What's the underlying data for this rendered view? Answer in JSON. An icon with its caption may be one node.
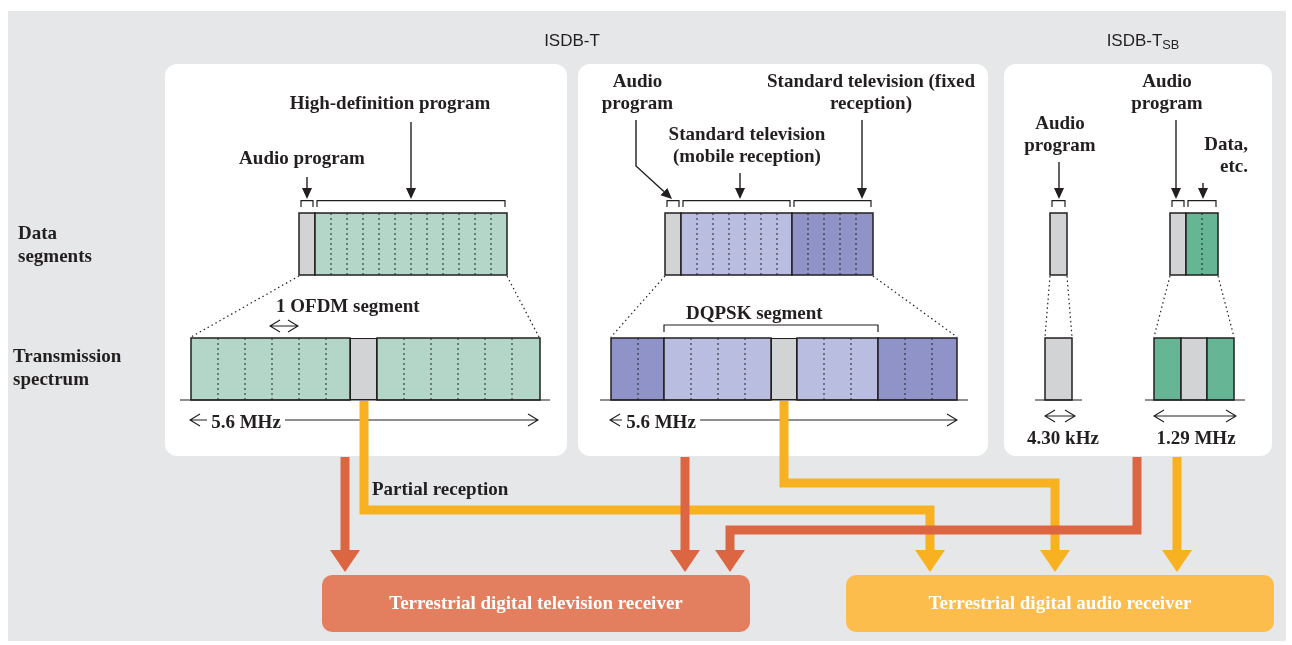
{
  "diagram": {
    "nodes": [
      {
        "text": [],
        "shape": "box"
      },
      {
        "text": [
          "High-definition program"
        ],
        "in": 0
      },
      {
        "text": [
          "Audio program"
        ],
        "in": 0
      },
      {
        "text": [],
        "shape": "bar",
        "in": 0
      },
      {
        "text": [],
        "shape": "bar",
        "in": 0
      },
      {
        "text": [],
        "shape": "bar",
        "in": 0
      },
      {
        "text": [],
        "shape": "box"
      },
      {
        "text": [
          "Audio program"
        ],
        "in": 6
      },
      {
        "text": [
          "Standard television (fixed reception)"
        ],
        "in": 6
      },
      {
        "text": [
          "Standard television (mobile reception)"
        ],
        "in": 6
      },
      {
        "text": [],
        "shape": "bar",
        "in": 6
      },
      {
        "text": [],
        "shape": "bar",
        "in": 6
      },
      {
        "text": [],
        "shape": "bar",
        "in": 6
      },
      {
        "text": [],
        "shape": "bar",
        "in": 6
      },
      {
        "text": [],
        "shape": "box"
      },
      {
        "text": [
          "Audio program"
        ],
        "in": 14
      },
      {
        "text": [
          "Audio program"
        ],
        "in": 14
      },
      {
        "text": [
          "Data, etc."
        ],
        "in": 14
      },
      {
        "text": [],
        "shape": "bar",
        "in": 14
      },
      {
        "text": [],
        "shape": "bar",
        "in": 14
      },
      {
        "text": [],
        "shape": "bar",
        "in": 14
      },
      {
        "text": [
          "Terrestrial digital television receiver"
        ]
      },
      {
        "text": [
          "Terrestrial digital audio receiver"
        ]
      }
    ],
    "edges": [
      {
        "from": 1,
        "to": 4,
        "arrow": "to"
      },
      {
        "from": 2,
        "to": 3,
        "arrow": "to"
      },
      {
        "from": 7,
        "to": 10,
        "arrow": "to"
      },
      {
        "from": 9,
        "to": 11,
        "arrow": "to"
      },
      {
        "from": 8,
        "to": 12,
        "arrow": "to"
      },
      {
        "from": 15,
        "to": 18,
        "arrow": "to"
      },
      {
        "from": 16,
        "to": 19,
        "arrow": "to"
      },
      {
        "from": 17,
        "to": 20,
        "arrow": "to"
      },
      {
        "from": 0,
        "to": 21,
        "arrow": "to",
        "style": "thick",
        "color": "#dd6642"
      },
      {
        "from": 5,
        "to": 22,
        "arrow": "to",
        "label": "Partial reception",
        "style": "thick",
        "color": "#f8b121"
      },
      {
        "from": 6,
        "to": 21,
        "arrow": "to",
        "style": "thick",
        "color": "#dd6642"
      },
      {
        "from": 13,
        "to": 22,
        "arrow": "to",
        "style": "thick",
        "color": "#f8b121"
      },
      {
        "from": 14,
        "to": 21,
        "arrow": "to",
        "style": "thick",
        "color": "#dd6642"
      },
      {
        "from": 14,
        "to": 22,
        "arrow": "to",
        "style": "thick",
        "color": "#f8b121"
      }
    ],
    "labels": [
      "ISDB-T",
      "ISDB-T$_{SB}$",
      "Data segments",
      "Transmission spectrum",
      "1 OFDM segment",
      "5.6 MHz",
      "DQPSK segment",
      "5.6 MHz",
      "4.30 kHz",
      "1.29 MHz"
    ]
  }
}
